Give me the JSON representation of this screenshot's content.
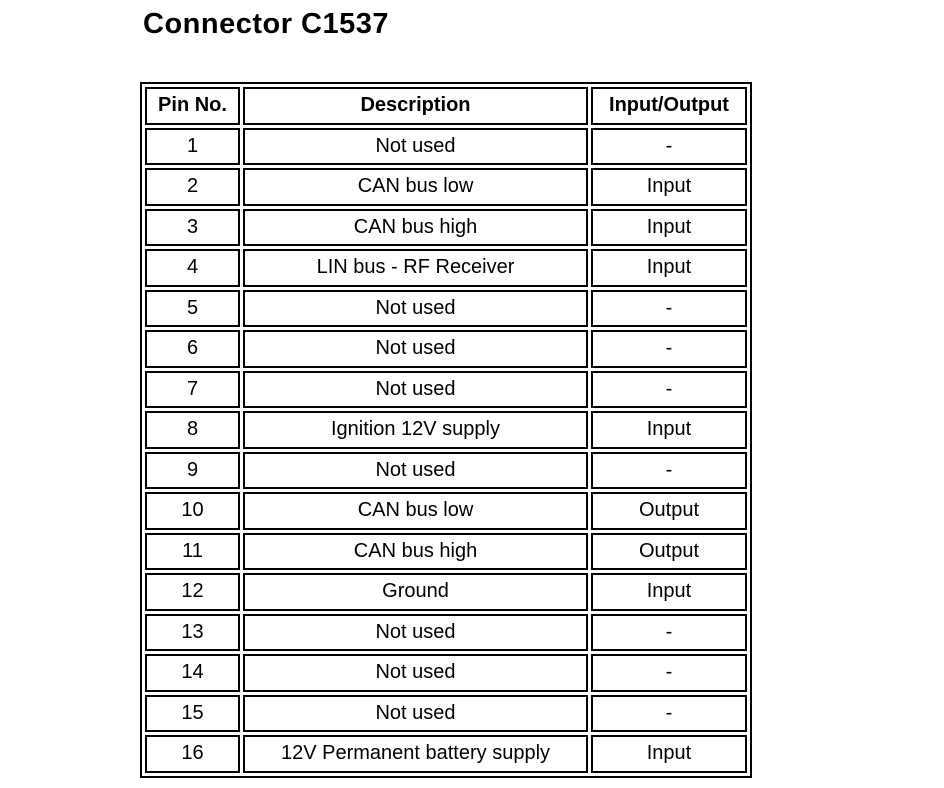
{
  "page": {
    "title": "Connector C1537",
    "background_color": "#ffffff",
    "text_color": "#000000",
    "border_color": "#000000"
  },
  "table": {
    "headers": [
      "Pin No.",
      "Description",
      "Input/Output"
    ],
    "rows": [
      {
        "pin": "1",
        "description": "Not used",
        "io": "-"
      },
      {
        "pin": "2",
        "description": "CAN bus low",
        "io": "Input"
      },
      {
        "pin": "3",
        "description": "CAN bus high",
        "io": "Input"
      },
      {
        "pin": "4",
        "description": "LIN bus - RF Receiver",
        "io": "Input"
      },
      {
        "pin": "5",
        "description": "Not used",
        "io": "-"
      },
      {
        "pin": "6",
        "description": "Not used",
        "io": "-"
      },
      {
        "pin": "7",
        "description": "Not used",
        "io": "-"
      },
      {
        "pin": "8",
        "description": "Ignition 12V supply",
        "io": "Input"
      },
      {
        "pin": "9",
        "description": "Not used",
        "io": "-"
      },
      {
        "pin": "10",
        "description": "CAN bus low",
        "io": "Output"
      },
      {
        "pin": "11",
        "description": "CAN bus high",
        "io": "Output"
      },
      {
        "pin": "12",
        "description": "Ground",
        "io": "Input"
      },
      {
        "pin": "13",
        "description": "Not used",
        "io": "-"
      },
      {
        "pin": "14",
        "description": "Not used",
        "io": "-"
      },
      {
        "pin": "15",
        "description": "Not used",
        "io": "-"
      },
      {
        "pin": "16",
        "description": "12V Permanent battery supply",
        "io": "Input"
      }
    ]
  }
}
